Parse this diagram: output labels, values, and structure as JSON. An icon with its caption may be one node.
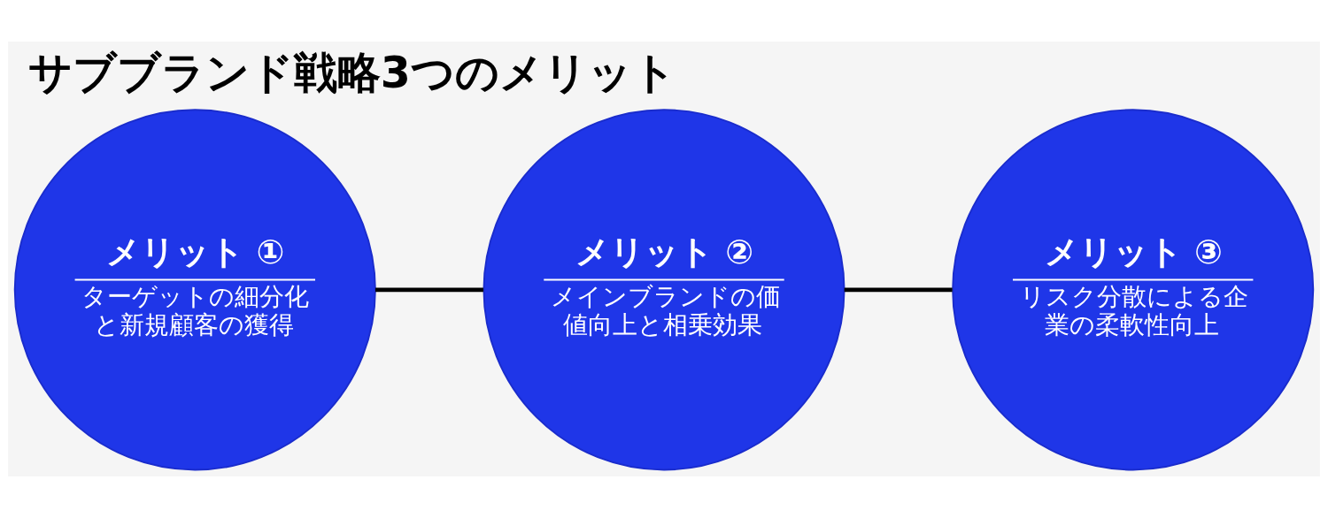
{
  "diagram": {
    "title": "サブブランド戦略3つのメリット",
    "nodes": [
      {
        "text": [
          "メリット ①",
          "ターゲットの細分化と新規顧客の獲得"
        ]
      },
      {
        "text": [
          "メリット ②",
          "メインブランドの価値向上と相乗効果"
        ]
      },
      {
        "text": [
          "メリット ③",
          "リスク分散による企業の柔軟性向上"
        ]
      }
    ],
    "edges": [
      {
        "from": 0,
        "to": 1,
        "arrow": "none"
      },
      {
        "from": 1,
        "to": 2,
        "arrow": "none"
      }
    ]
  }
}
